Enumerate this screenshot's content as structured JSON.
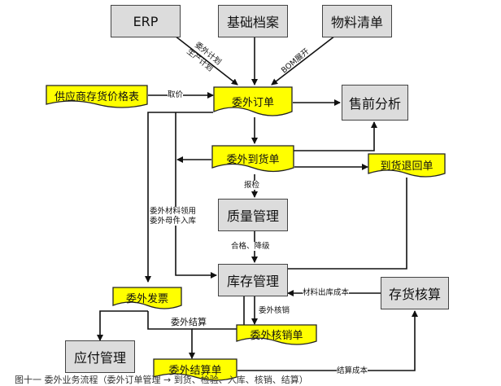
{
  "nodes": {
    "erp": "ERP",
    "basic_archive": "基础档案",
    "bom": "物料清单",
    "supplier_price_list": "供应商存货价格表",
    "outsource_order": "委外订单",
    "presale_analysis": "售前分析",
    "outsource_arrival": "委外到货单",
    "return_note": "到货退回单",
    "quality_mgmt": "质量管理",
    "inventory_mgmt": "库存管理",
    "outsource_invoice": "委外发票",
    "stock_accounting": "存货核算",
    "outsource_writeoff_note": "委外核销单",
    "payables_mgmt": "应付管理",
    "outsource_settlement_note": "委外结算单"
  },
  "edge_labels": {
    "outsource_plan": "委外计划",
    "production_plan": "生产计划",
    "bom_expand": "BOM展开",
    "fetch_price": "取价",
    "inspection": "报检",
    "qualified_downgrade": "合格、降级",
    "material_issue": "委外材料领用",
    "parent_receipt": "委外母件入库",
    "material_out_cost": "材料出库成本",
    "outsource_writeoff": "委外核销",
    "outsource_settle": "委外结算",
    "settlement_cost": "结算成本"
  },
  "caption": "图十一 委外业务流程（委外订单管理 → 到货、检验、入库、核销、结算）"
}
